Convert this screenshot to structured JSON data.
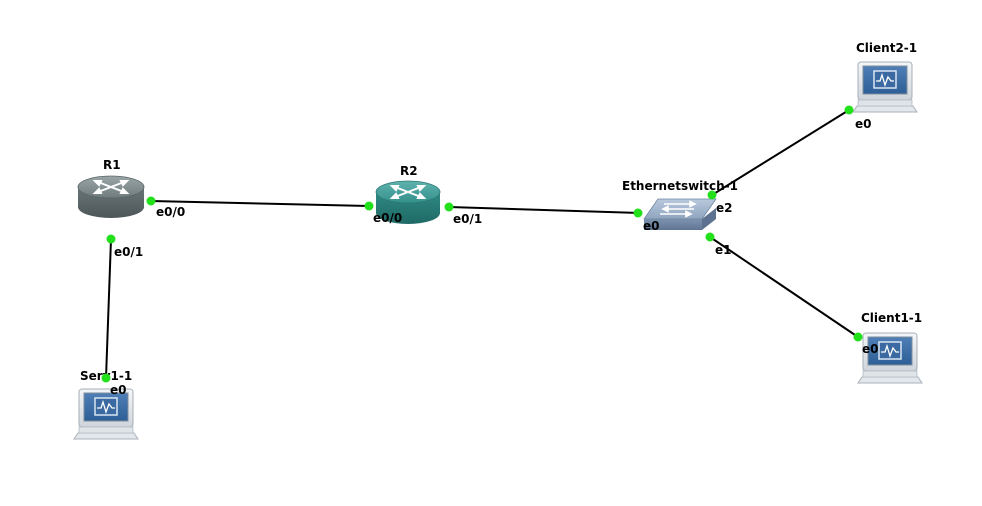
{
  "topology": {
    "status_color": "#22e01a",
    "nodes": {
      "r1": {
        "label": "R1",
        "icon": "router-icon"
      },
      "r2": {
        "label": "R2",
        "icon": "router-icon"
      },
      "switch": {
        "label": "Ethernetswitch-1",
        "icon": "ethernet-switch-icon"
      },
      "client2": {
        "label": "Client2-1",
        "icon": "vpcs-host-icon"
      },
      "client1": {
        "label": "Client1-1",
        "icon": "vpcs-host-icon"
      },
      "serv1": {
        "label": "Serv1-1",
        "icon": "vpcs-host-icon"
      }
    },
    "links": {
      "r1_r2": {
        "a_port": "e0/0",
        "b_port": "e0/0"
      },
      "r2_switch": {
        "a_port": "e0/1",
        "b_port": "e0"
      },
      "switch_client2": {
        "a_port": "e2",
        "b_port": "e0"
      },
      "switch_client1": {
        "a_port": "e1",
        "b_port": "e0"
      },
      "r1_serv1": {
        "a_port": "e0/1",
        "b_port": "e0"
      }
    }
  }
}
